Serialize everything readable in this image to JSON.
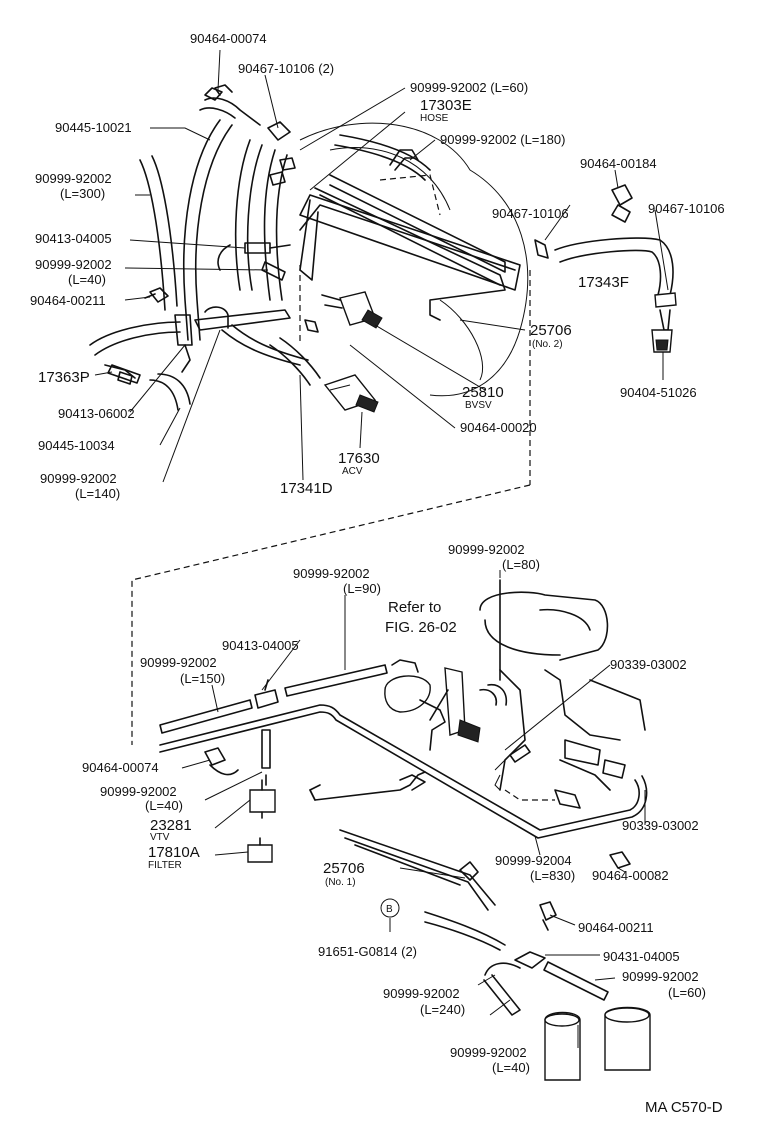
{
  "labels": {
    "p_90464_00074_top": "90464-00074",
    "p_90467_10106_2": "90467-10106 (2)",
    "p_90999_92002_l60_top": "90999-92002 (L=60)",
    "p_17303E": "17303E",
    "p_hose": "HOSE",
    "p_90445_10021": "90445-10021",
    "p_90999_92002_l180": "90999-92002 (L=180)",
    "p_90999_92002_l300": "90999-92002",
    "p_l300": "(L=300)",
    "p_90464_00184": "90464-00184",
    "p_90467_10106_right": "90467-10106",
    "p_90467_10106_mid": "90467-10106",
    "p_90413_04005_top": "90413-04005",
    "p_90999_92002_l40_top": "90999-92002",
    "p_l40_top": "(L=40)",
    "p_17343F": "17343F",
    "p_90464_00211_top": "90464-00211",
    "p_25706_no2": "25706",
    "p_no2": "(No. 2)",
    "p_17363P": "17363P",
    "p_90404_51026": "90404-51026",
    "p_90413_06002": "90413-06002",
    "p_25810": "25810",
    "p_bvsv": "BVSV",
    "p_90445_10034": "90445-10034",
    "p_90464_00020": "90464-00020",
    "p_17630": "17630",
    "p_acv": "ACV",
    "p_90999_92002_l140": "90999-92002",
    "p_l140": "(L=140)",
    "p_17341D": "17341D",
    "p_90999_92002_l80": "90999-92002",
    "p_l80": "(L=80)",
    "p_90999_92002_l90": "90999-92002",
    "p_l90": "(L=90)",
    "p_refer_to": "Refer to",
    "p_fig_2602": "FIG. 26-02",
    "p_90413_04005_bot": "90413-04005",
    "p_90339_03002_top": "90339-03002",
    "p_90999_92002_l150": "90999-92002",
    "p_l150": "(L=150)",
    "p_90464_00074_bot": "90464-00074",
    "p_90999_92002_l40_mid": "90999-92002",
    "p_l40_mid": "(L=40)",
    "p_90339_03002_bot": "90339-03002",
    "p_23281": "23281",
    "p_vtv": "VTV",
    "p_17810A": "17810A",
    "p_filter": "FILTER",
    "p_90999_92004": "90999-92004",
    "p_l830": "(L=830)",
    "p_25706_no1": "25706",
    "p_no1": "(No. 1)",
    "p_90464_00082": "90464-00082",
    "p_b_marker": "B",
    "p_90464_00211_bot": "90464-00211",
    "p_91651_g0814": "91651-G0814 (2)",
    "p_90431_04005": "90431-04005",
    "p_90999_92002_l240": "90999-92002",
    "p_l240": "(L=240)",
    "p_90999_92002_l60_bot": "90999-92002",
    "p_l60_bot": "(L=60)",
    "p_90999_92002_l40_bot": "90999-92002",
    "p_l40_bot": "(L=40)",
    "p_ma_c570d": "MA C570-D"
  }
}
